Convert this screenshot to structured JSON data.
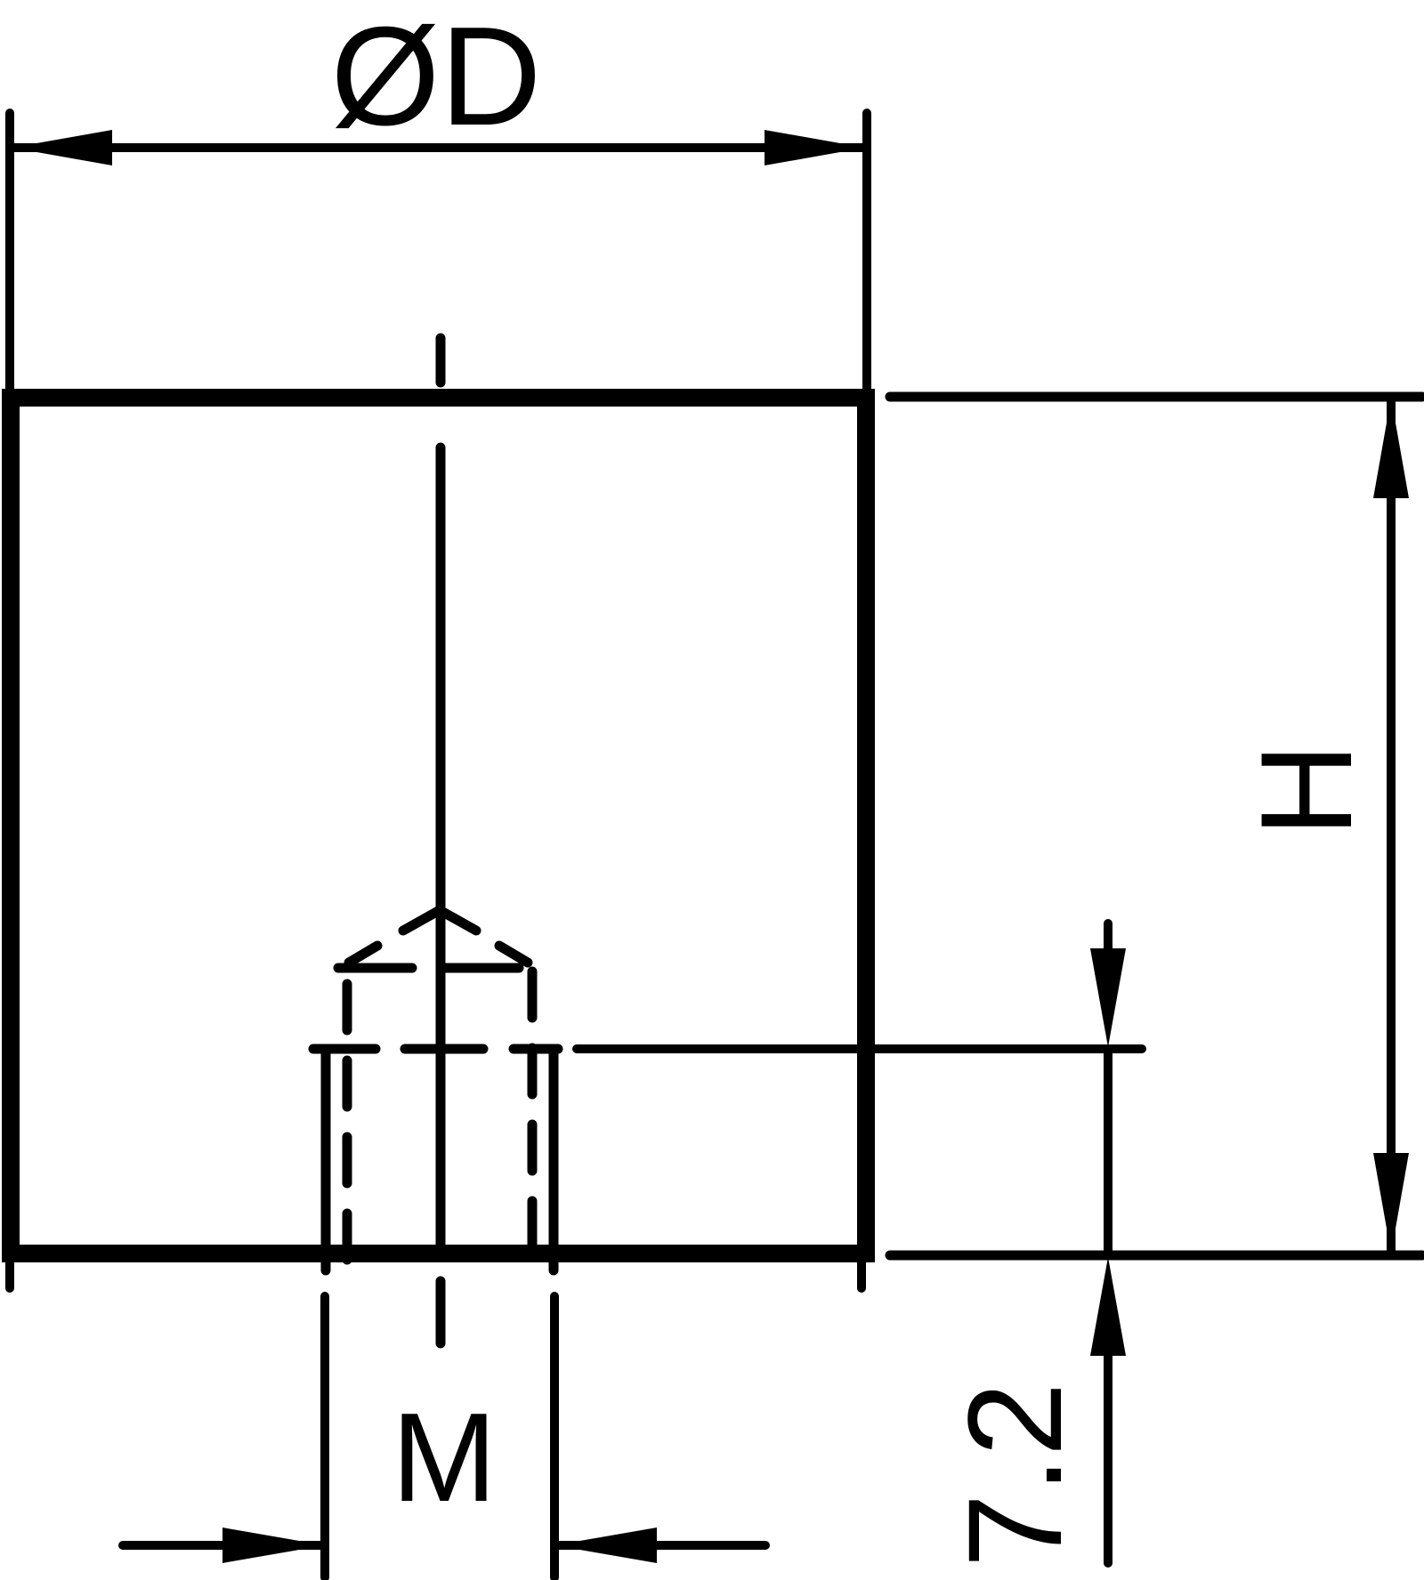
{
  "drawing": {
    "type": "technical-dimension-drawing",
    "labels": {
      "diameter": "ØD",
      "height": "H",
      "thread": "M",
      "thread_depth": "7.2"
    },
    "colors": {
      "line": "#000000",
      "background": "#ffffff"
    }
  }
}
